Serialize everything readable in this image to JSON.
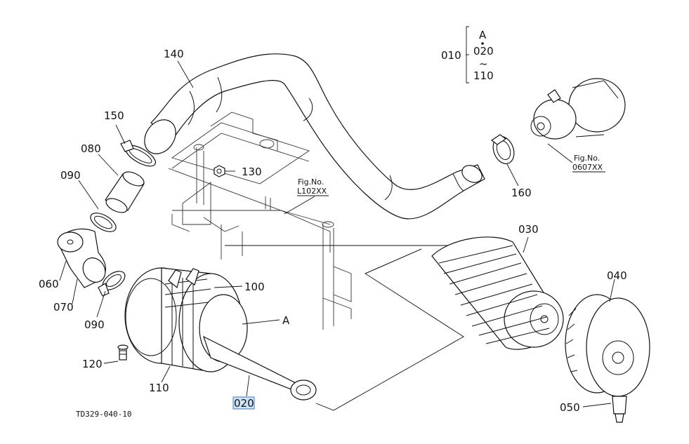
{
  "drawing_code": "TD329-040-10",
  "labels": {
    "p010": "010",
    "p020": "020",
    "p030": "030",
    "p040": "040",
    "p050": "050",
    "p060": "060",
    "p070": "070",
    "p080": "080",
    "p090a": "090",
    "p090b": "090",
    "p100": "100",
    "p110": "110",
    "p120": "120",
    "p130": "130",
    "p140": "140",
    "p150": "150",
    "p160": "160",
    "refA": "A"
  },
  "group_bracket": {
    "top": "A",
    "mid": "020",
    "tilde": "~",
    "bottom": "110"
  },
  "fig_refs": {
    "left": {
      "label": "Fig.No.",
      "code": "L102XX"
    },
    "right": {
      "label": "Fig.No.",
      "code": "0607XX"
    }
  },
  "colors": {
    "line": "#111111",
    "highlight_fill": "#cfe3f7",
    "highlight_border": "#3a7bd5"
  }
}
